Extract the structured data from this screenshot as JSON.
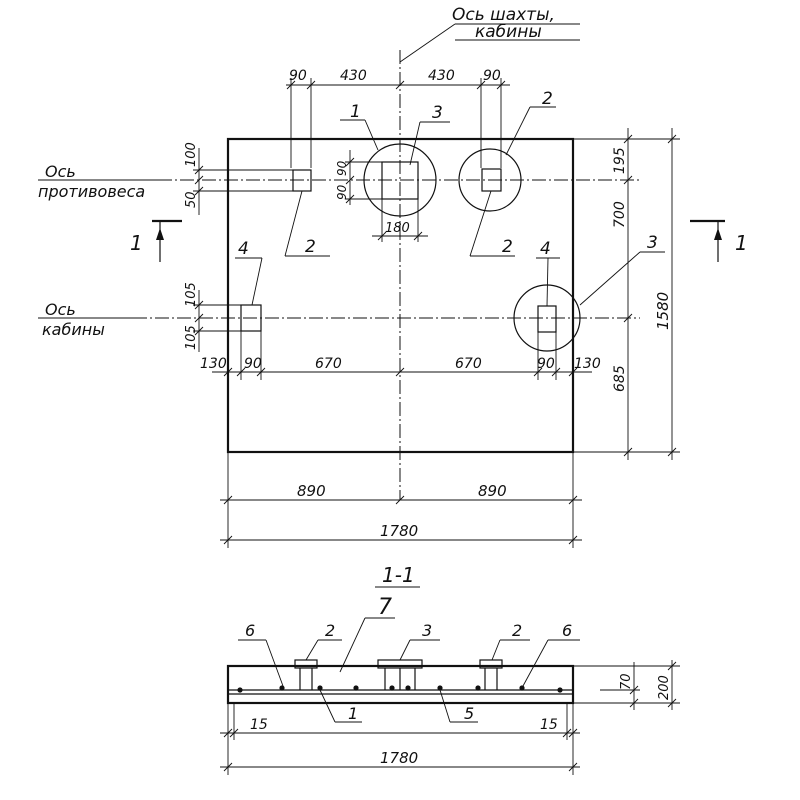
{
  "axis_shaft_label_1": "Ось шахты,",
  "axis_shaft_label_2": "кабины",
  "axis_counterweight_label_1": "Ось",
  "axis_counterweight_label_2": "противовеса",
  "axis_cabin_label_1": "Ось",
  "axis_cabin_label_2": "кабины",
  "section_marker_label": "1",
  "section_title": "1-1",
  "plan_dimensions": {
    "top_90_left": "90",
    "top_430_left": "430",
    "top_430_right": "430",
    "top_90_right": "90",
    "left_100": "100",
    "left_50": "50",
    "left_105_top": "105",
    "left_105_bottom": "105",
    "inner_90_a": "90",
    "inner_90_b": "90",
    "inner_180": "180",
    "row_130_left": "130",
    "row_90_left": "90",
    "row_670_left": "670",
    "row_670_right": "670",
    "row_90_right": "90",
    "row_130_right": "130",
    "right_195": "195",
    "right_700": "700",
    "right_685": "685",
    "right_1580": "1580",
    "bottom_890_left": "890",
    "bottom_890_right": "890",
    "bottom_1780": "1780"
  },
  "plan_callouts": {
    "c1": "1",
    "c3_top": "3",
    "c2_top": "2",
    "c2_left": "2",
    "c2_mid": "2",
    "c4_left": "4",
    "c4_right": "4",
    "c3_right": "3"
  },
  "section_callouts": {
    "c7": "7",
    "c6_left": "6",
    "c2_left": "2",
    "c3": "3",
    "c2_right": "2",
    "c6_right": "6",
    "c1": "1",
    "c5": "5"
  },
  "section_dimensions": {
    "d15_left": "15",
    "d15_right": "15",
    "d1780": "1780",
    "d70": "70",
    "d200": "200"
  }
}
